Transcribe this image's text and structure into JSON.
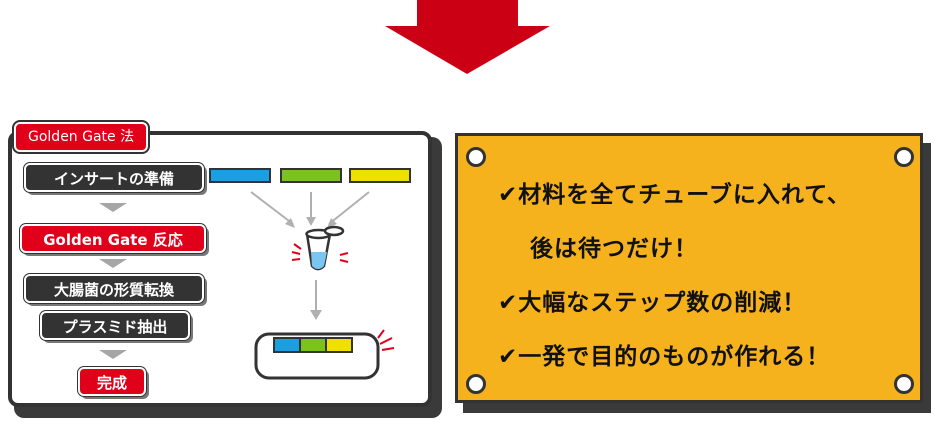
{
  "workflow": {
    "tag": "Golden Gate 法",
    "steps": [
      {
        "label": "インサートの準備",
        "style": "dark"
      },
      {
        "label": "Golden Gate 反応",
        "style": "red"
      },
      {
        "label": "大腸菌の形質転換",
        "style": "dark"
      },
      {
        "label": "プラスミド抽出",
        "style": "dark"
      },
      {
        "label": "完成",
        "style": "red"
      }
    ]
  },
  "benefits": {
    "lines": [
      "✔材料を全てチューブに入れて、",
      "後は待つだけ！",
      "✔大幅なステップ数の削減！",
      "✔一発で目的のものが作れる！"
    ]
  },
  "colors": {
    "red": "#e0001a",
    "board": "#f5b21c",
    "blue": "#1aa0e0",
    "green": "#7cc21e",
    "yellow": "#f0e000"
  }
}
